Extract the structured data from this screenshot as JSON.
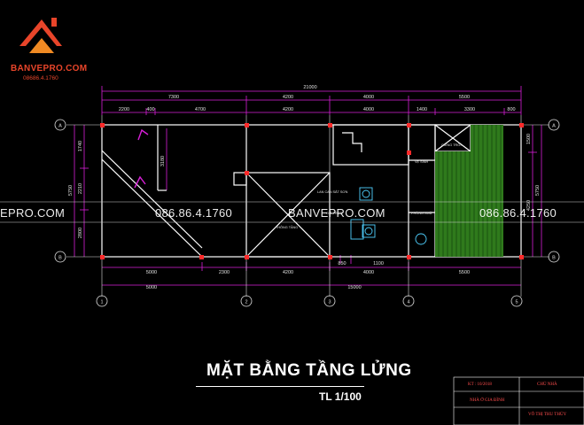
{
  "logo": {
    "brand": "BANVEPRO.COM",
    "phone": "08686.4.1760"
  },
  "drawing": {
    "title": "MẶT BẰNG TẦNG LỬNG",
    "scale": "TL 1/100",
    "grid_rows": [
      "A",
      "B"
    ],
    "grid_cols": [
      "1",
      "2",
      "3",
      "4",
      "5"
    ],
    "dim_top_total": "21000",
    "dim_top_segments": [
      "7300",
      "4200",
      "4000",
      "5500"
    ],
    "dim_top_sub": [
      "2200",
      "400",
      "4700",
      "4200",
      "4000",
      "1400",
      "3300",
      "800"
    ],
    "dim_bottom_segments": [
      "5000",
      "2300",
      "4200",
      "4000",
      "5500"
    ],
    "dim_bottom_sub": [
      "5000",
      "15000"
    ],
    "dim_bottom_small": [
      "850",
      "1100"
    ],
    "dim_left": [
      "1740",
      "2210",
      "2800"
    ],
    "dim_left_total": "5750",
    "dim_right": [
      "1500",
      "4250"
    ],
    "dim_right_total": "5750",
    "dim_inner": "3180",
    "room_labels": [
      "THÔNG TẦNG",
      "LAN CAN SẮT SƠN",
      "GIÁ TREO",
      "PHÒNG NGỦ",
      "GIẾNG TRỜI",
      "VỆ SINH"
    ],
    "watermark": {
      "site": "BANVEPRO.COM",
      "phone": "086.86.4.1760",
      "left_partial": "EPRO.COM"
    }
  },
  "title_block": {
    "row1_left": "KT : 10/2018",
    "row1_right": "CHỦ NHÀ",
    "row2_left": "NHÀ Ở GIA ĐÌNH",
    "row3_right": "VÕ THỊ THU THỦY"
  },
  "colors": {
    "dim_line": "#d81fd8",
    "grid_line": "#e0e0e0",
    "wall": "#ffffff",
    "column": "#ff2a2a",
    "hatch": "#2f7a1c",
    "cyan": "#4fd0ff",
    "brand": "#e8452a"
  }
}
